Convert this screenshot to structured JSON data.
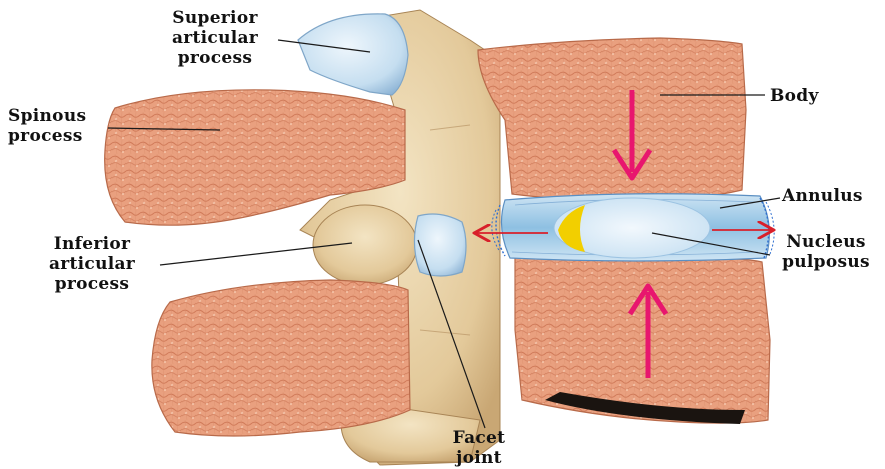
{
  "labels": {
    "superior_articular_process": [
      "Superior",
      "articular",
      "process"
    ],
    "spinous_process": [
      "Spinous",
      "process"
    ],
    "inferior_articular_process": [
      "Inferior",
      "articular",
      "process"
    ],
    "facet_joint": [
      "Facet",
      "joint"
    ],
    "body": "Body",
    "annulus": "Annulus",
    "nucleus_pulposus": [
      "Nucleus",
      "pulposus"
    ]
  },
  "colors": {
    "bone_section": "#e8a17e",
    "bone_surface": "#e9d3a8",
    "cartilage": "#bcd8ec",
    "disc": "#a9cde6",
    "nucleus": "#d9ebf7",
    "nucleus_shift": "#f4d000",
    "compression_arrow": "#e8166e",
    "leak_arrow": "#d81f2a"
  }
}
